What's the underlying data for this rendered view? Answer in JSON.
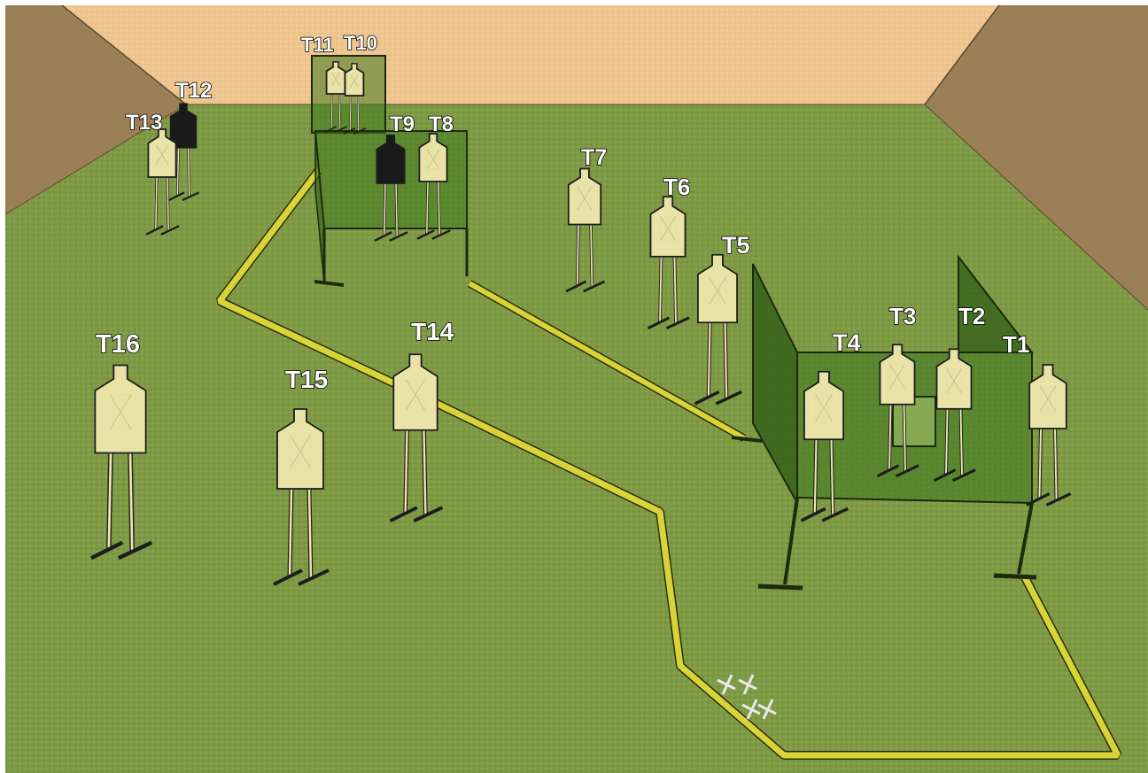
{
  "colors": {
    "ground": "#7f9a45",
    "back_wall": "#efc58f",
    "side_wall": "#9b7f56",
    "fault_line": "#d8d337",
    "barrier_glass": "#3f7a1f",
    "target_fill": "#eae3a8",
    "stand": "#ede7b2"
  },
  "targets": [
    {
      "label": "T1"
    },
    {
      "label": "T2"
    },
    {
      "label": "T3"
    },
    {
      "label": "T4"
    },
    {
      "label": "T5"
    },
    {
      "label": "T6"
    },
    {
      "label": "T7"
    },
    {
      "label": "T8"
    },
    {
      "label": "T9"
    },
    {
      "label": "T10"
    },
    {
      "label": "T11"
    },
    {
      "label": "T12"
    },
    {
      "label": "T13"
    },
    {
      "label": "T14"
    },
    {
      "label": "T15"
    },
    {
      "label": "T16"
    }
  ]
}
